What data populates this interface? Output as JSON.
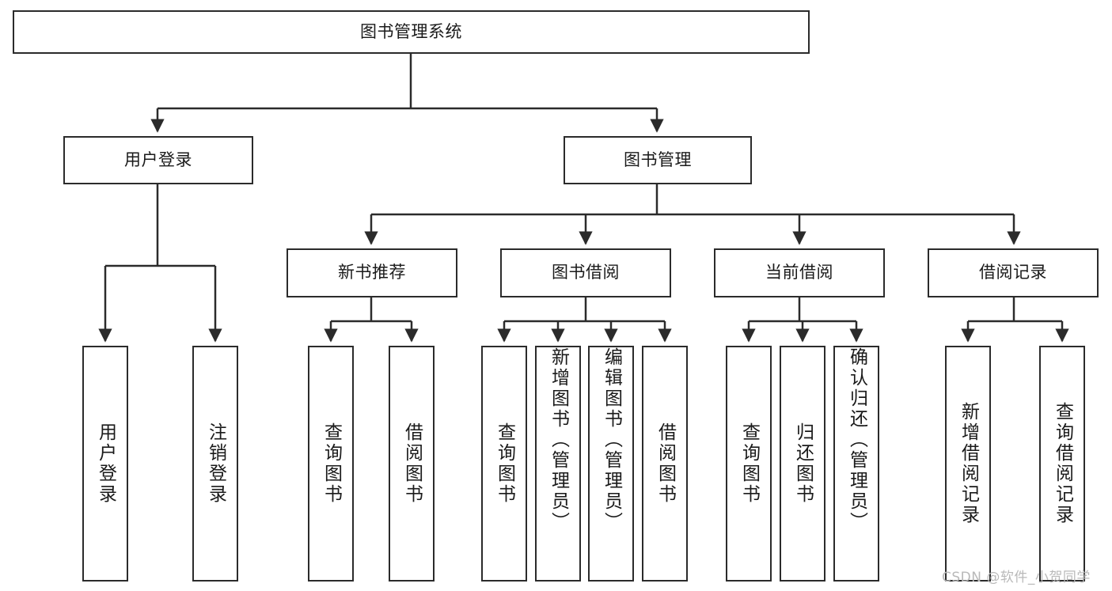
{
  "diagram": {
    "type": "hierarchy-tree",
    "title": "图书管理系统",
    "root": {
      "label": "图书管理系统"
    },
    "level2": [
      {
        "label": "用户登录"
      },
      {
        "label": "图书管理"
      }
    ],
    "level3": [
      {
        "label": "新书推荐"
      },
      {
        "label": "图书借阅"
      },
      {
        "label": "当前借阅"
      },
      {
        "label": "借阅记录"
      }
    ],
    "leaves": {
      "user_login": [
        {
          "label": "用户登录"
        },
        {
          "label": "注销登录"
        }
      ],
      "new_book_recommend": [
        {
          "label": "查询图书"
        },
        {
          "label": "借阅图书"
        }
      ],
      "book_borrow": [
        {
          "label": "查询图书"
        },
        {
          "label": "新增图书（管理员）"
        },
        {
          "label": "编辑图书（管理员）"
        },
        {
          "label": "借阅图书"
        }
      ],
      "current_borrow": [
        {
          "label": "查询图书"
        },
        {
          "label": "归还图书"
        },
        {
          "label": "确认归还（管理员）"
        }
      ],
      "borrow_record": [
        {
          "label": "新增借阅记录"
        },
        {
          "label": "查询借阅记录"
        }
      ]
    }
  },
  "watermark": {
    "text": "CSDN @软件_小贺同学"
  },
  "colors": {
    "stroke": "#2b2b2b",
    "background": "#ffffff",
    "text": "#1a1a1a",
    "watermark": "#b9b9b9"
  }
}
